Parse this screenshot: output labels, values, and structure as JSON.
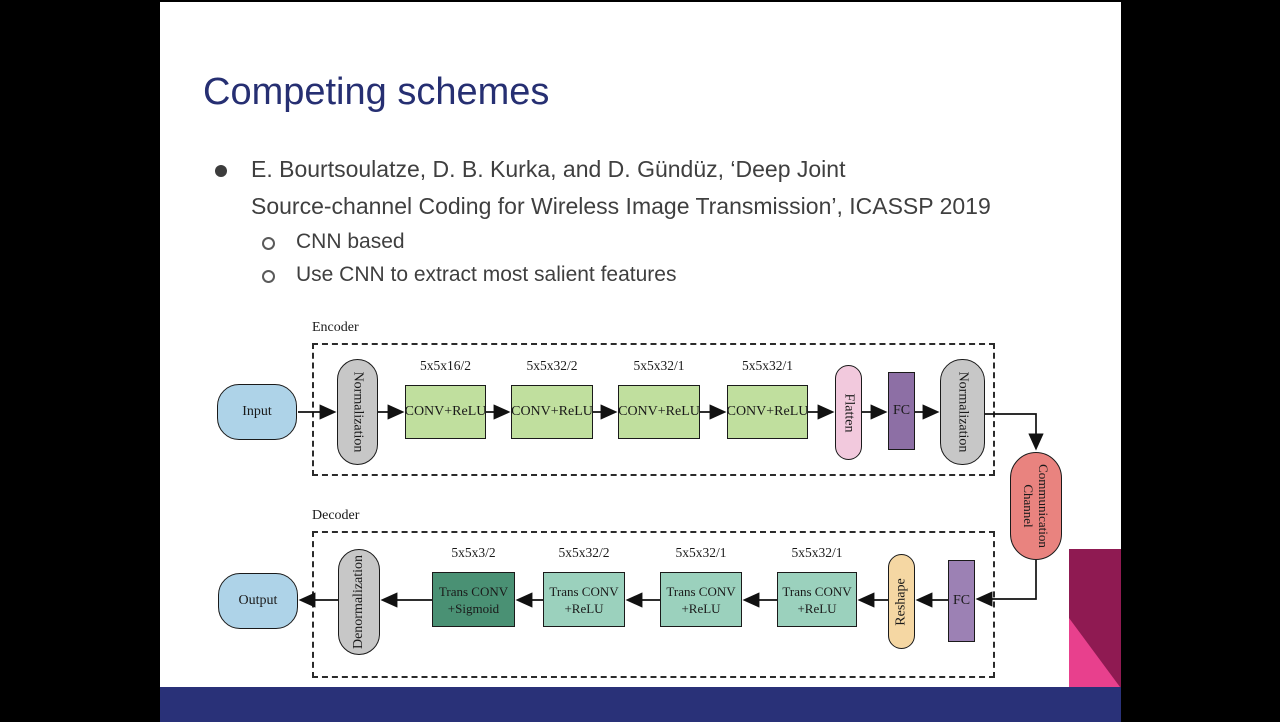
{
  "slide": {
    "title": "Competing schemes",
    "bullet": {
      "line1": "E. Bourtsoulatze, D. B. Kurka, and D. Gündüz, ‘Deep Joint",
      "line2": "Source-channel Coding for Wireless Image Transmission’, ICASSP 2019",
      "sub_bullets": [
        "CNN based",
        "Use CNN to extract most salient features"
      ]
    }
  },
  "diagram": {
    "encoder": {
      "label": "Encoder",
      "input": "Input",
      "normalization_in": "Normalization",
      "conv_blocks": [
        {
          "label": "5x5x16/2",
          "text": "CONV+ReLU"
        },
        {
          "label": "5x5x32/2",
          "text": "CONV+ReLU"
        },
        {
          "label": "5x5x32/1",
          "text": "CONV+ReLU"
        },
        {
          "label": "5x5x32/1",
          "text": "CONV+ReLU"
        }
      ],
      "flatten": "Flatten",
      "fc": "FC",
      "normalization_out": "Normalization"
    },
    "channel": "Communication Channel",
    "decoder": {
      "label": "Decoder",
      "output": "Output",
      "denormalization": "Denormalization",
      "blocks": [
        {
          "label": "5x5x3/2",
          "line1": "Trans CONV",
          "line2": "+Sigmoid"
        },
        {
          "label": "5x5x32/2",
          "line1": "Trans CONV",
          "line2": "+ReLU"
        },
        {
          "label": "5x5x32/1",
          "line1": "Trans CONV",
          "line2": "+ReLU"
        },
        {
          "label": "5x5x32/1",
          "line1": "Trans CONV",
          "line2": "+ReLU"
        }
      ],
      "reshape": "Reshape",
      "fc": "FC"
    },
    "colors": {
      "title": "#262f72",
      "body_text": "#3f3f3f",
      "bottom_bar": "#293178",
      "input_output": "#aed3e8",
      "normalization": "#c7c7c7",
      "conv": "#c0df9e",
      "flatten": "#f2c9dd",
      "fc_encoder": "#8d6fa5",
      "fc_decoder": "#9c81b4",
      "channel": "#e9837f",
      "trans_conv": "#9bd1bd",
      "trans_conv_sigmoid": "#4a9174",
      "reshape": "#f5d7a3",
      "corner_maroon": "#8f1a52",
      "corner_pink": "#e8408d"
    }
  }
}
